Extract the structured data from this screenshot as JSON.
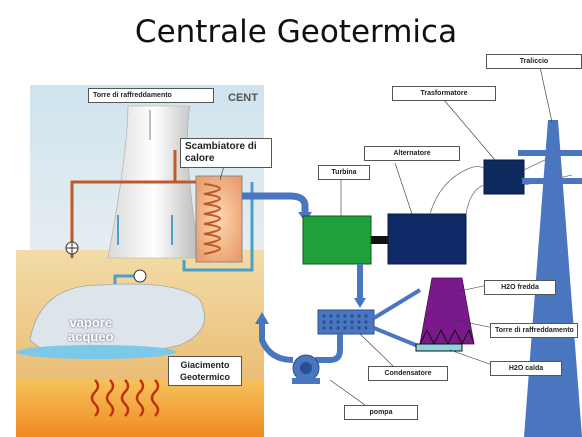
{
  "title": "Centrale Geotermica",
  "left_panel": {
    "partial_header": "CENT",
    "vapore_line1": "vapore",
    "vapore_line2": "acqueo"
  },
  "labels": {
    "torre_left": "Torre di raffreddamento",
    "scambiatore": "Scambiatore di calore",
    "giacimento": "Giacimento Geotermico",
    "turbina": "Turbina",
    "alternatore": "Alternatore",
    "trasformatore": "Trasformatore",
    "traliccio": "Traliccio",
    "h2o_fredda": "H2O fredda",
    "torre_right": "Torre di raffreddamento",
    "condensatore": "Condensatore",
    "h2o_calda": "H2O  calda",
    "pompa": "pompa"
  },
  "colors": {
    "turbina": "#1fa03a",
    "alternatore": "#0f2a66",
    "trasformatore": "#0d2a5e",
    "traliccio": "#4a76c0",
    "tower_purple": "#7a1a8a",
    "pipe_blue": "#4a76c0",
    "condensatore": "#4a76c0",
    "h2o_calda_bar": "#8fd3e0"
  }
}
